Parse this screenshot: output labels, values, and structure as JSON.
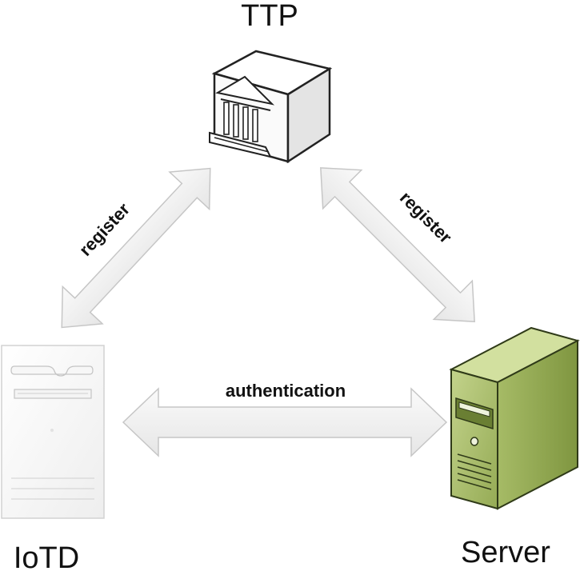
{
  "nodes": {
    "ttp": {
      "label": "TTP",
      "icon": "bank-building-icon"
    },
    "iotd": {
      "label": "IoTD",
      "icon": "iot-device-panel-icon"
    },
    "server": {
      "label": "Server",
      "icon": "server-tower-icon"
    }
  },
  "edges": {
    "iotd_ttp": {
      "label": "register",
      "direction": "bidirectional"
    },
    "server_ttp": {
      "label": "register",
      "direction": "bidirectional"
    },
    "iotd_server": {
      "label": "authentication",
      "direction": "bidirectional"
    }
  },
  "colors": {
    "arrow_fill": "#f3f3f3",
    "arrow_stroke": "#c9c9c9",
    "server_green": "#a9bd6a",
    "server_dark": "#3b4a1f"
  }
}
